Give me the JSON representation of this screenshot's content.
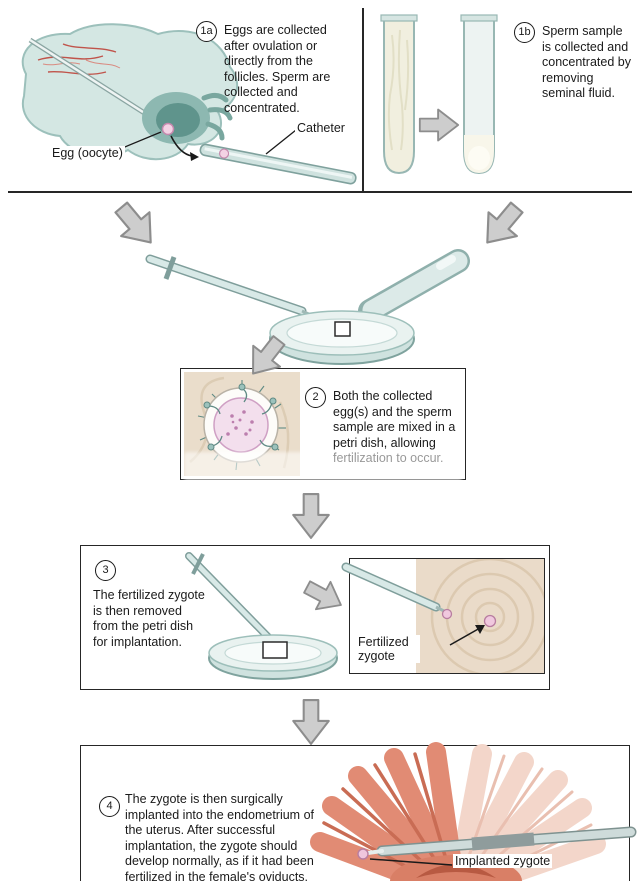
{
  "figure": {
    "steps": [
      {
        "label": "1a",
        "text": "Eggs are collected after ovulation or directly from the follicles. Sperm are collected and concentrated."
      },
      {
        "label": "1b",
        "text": "Sperm sample is collected and concentrated by removing seminal fluid."
      },
      {
        "label": "2",
        "text": "Both the collected egg(s) and the sperm sample are mixed in a petri dish, allowing fertilization to occur."
      },
      {
        "label": "3",
        "text": "The fertilized zygote is then removed from the petri dish for implantation."
      },
      {
        "label": "4",
        "text": "The zygote is then surgically implanted into the endometrium of the uterus. After successful implantation, the zygote should develop normally, as if it had been fertilized in the female's oviducts."
      }
    ],
    "labels": {
      "egg_oocyte": "Egg (oocyte)",
      "catheter": "Catheter",
      "fertilized_zygote": "Fertilized zygote",
      "implanted_zygote": "Implanted zygote"
    },
    "colors": {
      "teal_light": "#d4e7e3",
      "teal_stroke": "#9cc0bb",
      "tube_fill": "#f1efdf",
      "beige": "#eaddcb",
      "cell_pink": "#f3dfed",
      "zygote_pink": "#f0c8de",
      "coral": "#e18b74",
      "coral_pale": "#f3d6ca",
      "arrow_fill": "#cdcdcd",
      "arrow_stroke": "#8d8d8d",
      "line_black": "#262626"
    }
  }
}
